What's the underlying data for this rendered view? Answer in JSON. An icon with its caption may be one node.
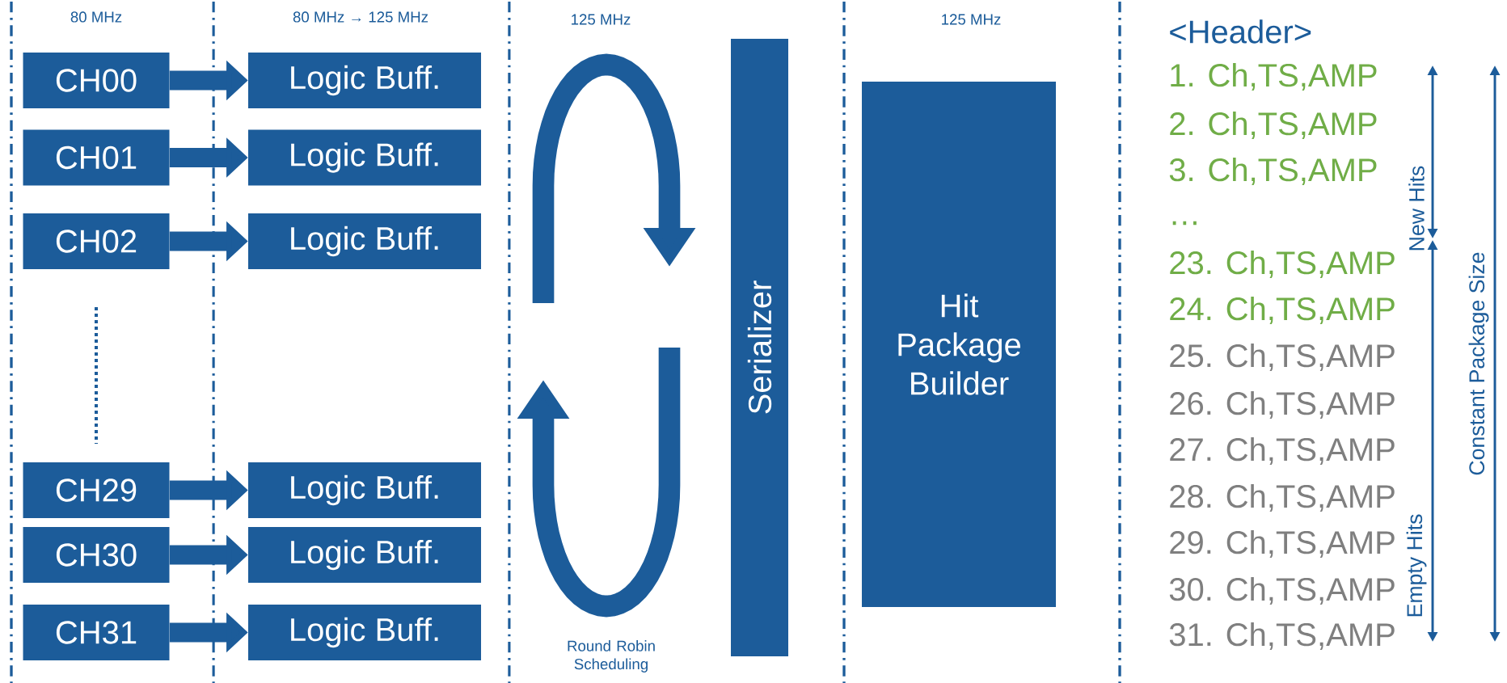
{
  "diagram": {
    "nodes": [
      {
        "text": [
          "CH00"
        ]
      },
      {
        "text": [
          "CH01"
        ]
      },
      {
        "text": [
          "CH02"
        ]
      },
      {
        "text": [
          "CH29"
        ]
      },
      {
        "text": [
          "CH30"
        ]
      },
      {
        "text": [
          "CH31"
        ]
      },
      {
        "text": [
          "Logic Buff."
        ]
      },
      {
        "text": [
          "Logic Buff."
        ]
      },
      {
        "text": [
          "Logic Buff."
        ]
      },
      {
        "text": [
          "Logic Buff."
        ]
      },
      {
        "text": [
          "Logic Buff."
        ]
      },
      {
        "text": [
          "Logic Buff."
        ]
      },
      {
        "text": [
          "Serializer"
        ]
      },
      {
        "text": [
          "Hit Package Builder"
        ]
      }
    ],
    "edges": [
      {
        "from": 0,
        "to": 6,
        "arrow": "to"
      },
      {
        "from": 1,
        "to": 7,
        "arrow": "to"
      },
      {
        "from": 2,
        "to": 8,
        "arrow": "to"
      },
      {
        "from": 3,
        "to": 9,
        "arrow": "to"
      },
      {
        "from": 4,
        "to": 10,
        "arrow": "to"
      },
      {
        "from": 5,
        "to": 11,
        "arrow": "to"
      }
    ],
    "labels": [
      "80 MHz",
      "80 MHz → 125 MHz",
      "125 MHz",
      "125 MHz",
      "Round Robin Scheduling",
      "<Header>",
      "1. Ch,TS,AMP",
      "2. Ch,TS,AMP",
      "3. Ch,TS,AMP",
      "…",
      "23. Ch,TS,AMP",
      "24. Ch,TS,AMP",
      "25. Ch,TS,AMP",
      "26. Ch,TS,AMP",
      "27. Ch,TS,AMP",
      "28. Ch,TS,AMP",
      "29. Ch,TS,AMP",
      "30. Ch,TS,AMP",
      "31. Ch,TS,AMP",
      "New Hits",
      "Empty Hits",
      "Constant Package Size"
    ]
  }
}
